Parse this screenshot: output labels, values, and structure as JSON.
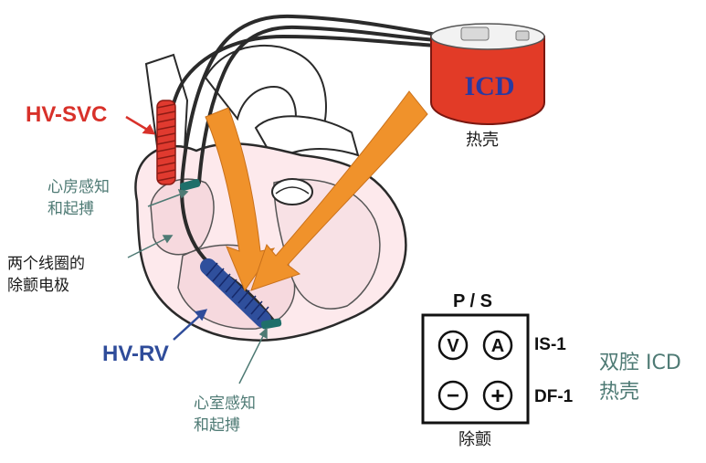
{
  "labels": {
    "hv_svc": "HV-SVC",
    "hv_rv": "HV-RV",
    "icd": "ICD",
    "hot_can": "热壳",
    "atrial_sense": [
      "心房感知",
      "和起搏"
    ],
    "coil_electrode": [
      "两个线圈的",
      "除颤电极"
    ],
    "ventricular_sense": [
      "心室感知",
      "和起搏"
    ],
    "dual_icd": [
      "双腔 ICD",
      "热壳"
    ]
  },
  "connector": {
    "top": "P / S",
    "right_top": "IS-1",
    "right_bottom": "DF-1",
    "bottom": "除颤",
    "ports": [
      "V",
      "A",
      "−",
      "+"
    ]
  },
  "colors": {
    "svc_coil": "#e03a2f",
    "rv_coil": "#2f4f9c",
    "icd_body": "#e23b27",
    "arrow": "#f0922b",
    "teal_text": "#4e7a74",
    "svc_label": "#d8312a",
    "rv_label": "#2f4c9a",
    "heart_fill": "#f6d9de"
  }
}
